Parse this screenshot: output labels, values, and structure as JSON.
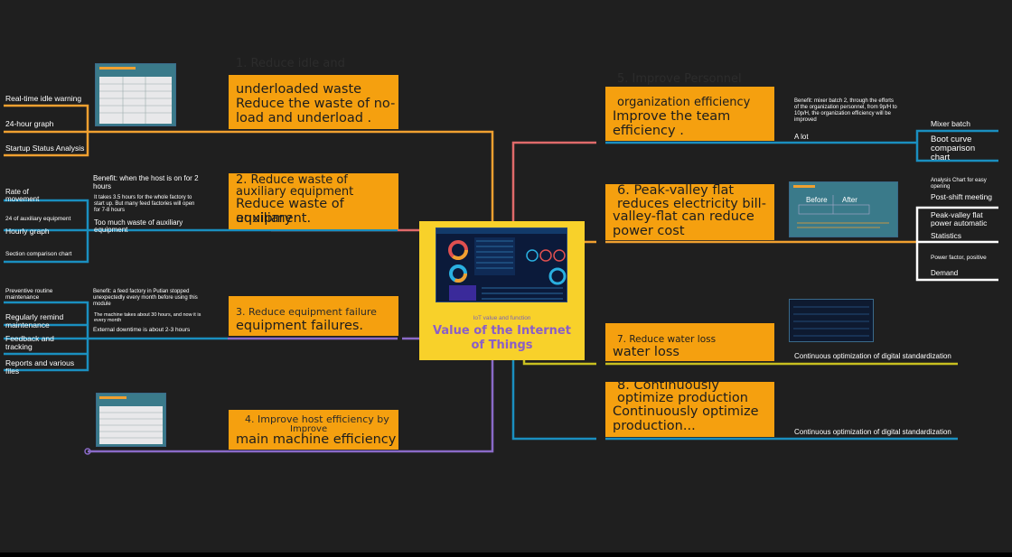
{
  "center": {
    "subtitle": "IoT value and function",
    "title_line1": "Value of the Internet",
    "title_line2": "of Things"
  },
  "nodes": {
    "n1": {
      "header": "1. Reduce idle and",
      "line1": "underloaded waste",
      "line2": "Reduce  the waste of no-",
      "line3": "load and underload ."
    },
    "n2": {
      "line1": "2. Reduce waste of",
      "line2": "auxiliary equipment",
      "line3": "Reduce waste of auxiliary",
      "line4": "equipment."
    },
    "n3": {
      "line1": "3. Reduce equipment failure",
      "line2": "equipment failures."
    },
    "n4": {
      "line1": "4. Improve host efficiency by",
      "line2": "Improve",
      "line3": "main machine efficiency"
    },
    "n5": {
      "header": "5. Improve Personnel",
      "line1": "organization efficiency",
      "line2": "Improve the team",
      "line3": "efficiency ."
    },
    "n6": {
      "line1": "6. Peak-valley flat",
      "line2": "reduces electricity bill-",
      "line3": "valley-flat can reduce",
      "line4": "power cost"
    },
    "n7": {
      "line1": "7. Reduce water loss",
      "line2": "water loss"
    },
    "n8": {
      "line1": "8. Continuously",
      "line2": "optimize production",
      "line3": "Continuously optimize",
      "line4": "production..."
    }
  },
  "left": {
    "b1": [
      "Real-time idle warning",
      "24-hour graph",
      "Startup Status Analysis"
    ],
    "b2": {
      "rate1": "Rate of",
      "rate2": "movement",
      "aux": "24 of auxiliary equipment",
      "hourly": "Hourly graph",
      "section": "Section comparison chart"
    },
    "b2_notes": {
      "benefit1": "Benefit: when the host is on for 2",
      "benefit2": "hours",
      "takes1": "It takes 3.5 hours for the whole factory to",
      "takes2": "start up. But many feed factories will open",
      "takes3": "for 7-8 hours",
      "waste1": "Too much waste of auxiliary",
      "waste2": "equipment"
    },
    "b3": {
      "prev1": "Preventive routine",
      "prev2": "maintenance",
      "remind1": "Regularly remind",
      "remind2": "maintenance",
      "feedback1": "Feedback and",
      "feedback2": "tracking",
      "reports1": "Reports and various",
      "reports2": "files"
    },
    "b3_notes": {
      "benefit1": "Benefit: a feed factory in Putian stopped",
      "benefit2": "unexpectedly every month before using this",
      "benefit3": "module",
      "takes1": "The machine takes about 30 hours, and now it is",
      "takes2": "every month",
      "ext": "External downtime is about 2-3 hours"
    }
  },
  "right": {
    "n5_notes": {
      "benefit1": "Benefit: mixer batch 2, through the efforts",
      "benefit2": "of the organization personnel, from 9p/H to",
      "benefit3": "10p/H, the organization efficiency will be",
      "benefit4": "improved",
      "alot": "A lot"
    },
    "n5_children": {
      "mixer": "Mixer batch",
      "boot1": "Boot curve",
      "boot2": "comparison",
      "boot3": "chart"
    },
    "n6_children": {
      "analysis1": "Analysis Chart for easy",
      "analysis2": "opening",
      "postshift": "Post-shift meeting",
      "peak1": "Peak-valley flat",
      "peak2": "power automatic",
      "stats": "Statistics",
      "pf": "Power factor, positive",
      "demand": "Demand"
    },
    "n7_note": "Continuous optimization of digital standardization",
    "n8_note": "Continuous optimization of digital standardization"
  },
  "thumbs": {
    "t6_before": "Before",
    "t6_after": "After"
  },
  "colors": {
    "background": "#1f1f1f",
    "node": "#f5a00f",
    "center": "#f8d12a",
    "center_title": "#8a5ec8",
    "branch_orange": "#f0a030",
    "branch_blue": "#1a8fc0",
    "branch_purple": "#8a6ac8",
    "branch_pink": "#e06a6a",
    "branch_yellow": "#c8c020"
  }
}
